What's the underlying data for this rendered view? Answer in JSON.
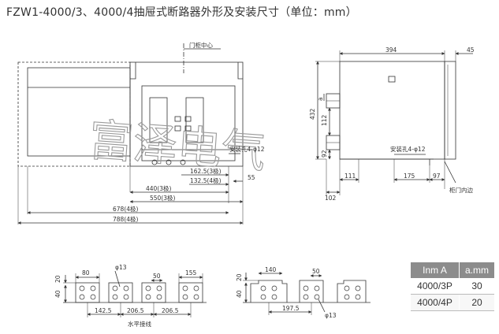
{
  "title": "FZW1-4000/3、4000/4抽屉式断路器外形及安装尺寸（单位：mm）",
  "watermark": "富泽电气",
  "front_view": {
    "door_center": "门柜中心",
    "hole": "安装孔4-φ12",
    "d_162_5": "162.5(3极)",
    "d_132_5": "132.5(4极)",
    "d_55": "55",
    "d_440": "440(3极)",
    "d_550": "550(3极)",
    "d_678": "678(4极)",
    "d_788": "788(4极)"
  },
  "side_view": {
    "d_394": "394",
    "d_45": "45",
    "d_432": "432",
    "d_a": "a",
    "d_112": "112",
    "d_92": "92",
    "hole": "安装孔4-φ12",
    "d_102": "102",
    "d_111": "111",
    "d_175": "175",
    "d_97": "97",
    "door_inner": "柜门内边"
  },
  "busbar_horizontal": {
    "d_20": "20",
    "d_80": "80",
    "d_13": "φ13",
    "d_50": "50",
    "d_155": "155",
    "d_40": "40",
    "d_142_5": "142.5",
    "d_206_5a": "206.5",
    "d_206_5b": "206.5",
    "caption": "水平接线"
  },
  "busbar_vertical": {
    "d_140": "140",
    "d_50": "50",
    "d_20": "20",
    "d_40": "40",
    "d_197_5": "197.5",
    "d_13": "φ13"
  },
  "table": {
    "headers": [
      "Inm A",
      "a.mm"
    ],
    "rows": [
      [
        "4000/3P",
        "30"
      ],
      [
        "4000/4P",
        "20"
      ]
    ]
  }
}
